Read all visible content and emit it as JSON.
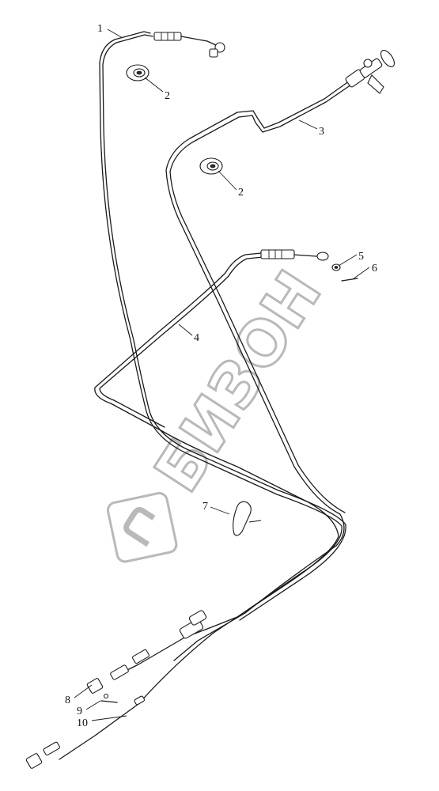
{
  "watermark": {
    "text": "БИЗОН",
    "color": "#b9b9b9"
  },
  "callouts": [
    {
      "id": "c1",
      "label": "1"
    },
    {
      "id": "c2a",
      "label": "2"
    },
    {
      "id": "c2b",
      "label": "2"
    },
    {
      "id": "c3",
      "label": "3"
    },
    {
      "id": "c4",
      "label": "4"
    },
    {
      "id": "c5",
      "label": "5"
    },
    {
      "id": "c6",
      "label": "6"
    },
    {
      "id": "c7",
      "label": "7"
    },
    {
      "id": "c8",
      "label": "8"
    },
    {
      "id": "c9",
      "label": "9"
    },
    {
      "id": "c10",
      "label": "10"
    }
  ],
  "colors": {
    "line": "#1a1a1a",
    "background": "#ffffff"
  }
}
